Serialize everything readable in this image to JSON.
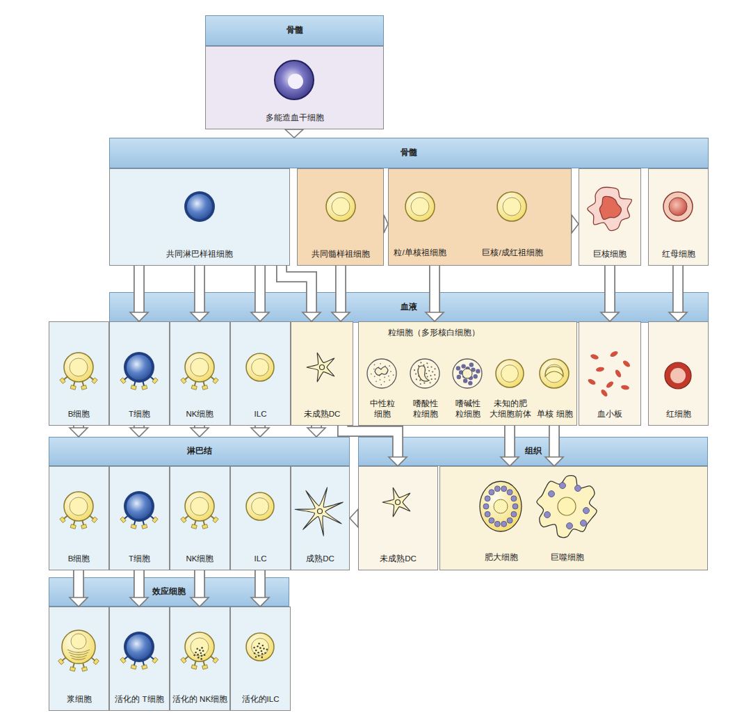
{
  "diagram": {
    "nodes": [
      {
        "text": [
          "骨髓"
        ]
      },
      {
        "text": [
          "多能造血干细胞"
        ]
      },
      {
        "text": [
          "骨髓"
        ]
      },
      {
        "text": [
          "共同淋巴样祖细胞"
        ]
      },
      {
        "text": [
          "共同髓样祖细胞"
        ]
      },
      {
        "text": [
          "粒/单核祖细胞",
          "巨核/成红祖细胞"
        ]
      },
      {
        "text": [
          "巨核细胞"
        ]
      },
      {
        "text": [
          "红母细胞"
        ]
      },
      {
        "text": [
          "血液"
        ]
      },
      {
        "text": [
          "B细胞"
        ]
      },
      {
        "text": [
          "T细胞"
        ]
      },
      {
        "text": [
          "NK细胞"
        ]
      },
      {
        "text": [
          "ILC"
        ]
      },
      {
        "text": [
          "未成熟DC"
        ]
      },
      {
        "text": [
          "粒细胞（多形核白细胞）",
          "中性粒 细胞",
          "嗜酸性 粒细胞",
          "嗜碱性 粒细胞",
          "未知的肥 大细胞前体",
          "单核 细胞"
        ]
      },
      {
        "text": [
          "血小板"
        ]
      },
      {
        "text": [
          "红细胞"
        ]
      },
      {
        "text": [
          "淋巴结"
        ]
      },
      {
        "text": [
          "B细胞"
        ]
      },
      {
        "text": [
          "T细胞"
        ]
      },
      {
        "text": [
          "NK细胞"
        ]
      },
      {
        "text": [
          "ILC"
        ]
      },
      {
        "text": [
          "成熟DC"
        ]
      },
      {
        "text": [
          "组织"
        ]
      },
      {
        "text": [
          "未成熟DC"
        ]
      },
      {
        "text": [
          "肥大细胞",
          "巨噬细胞"
        ]
      },
      {
        "text": [
          "效应细胞"
        ]
      },
      {
        "text": [
          "浆细胞"
        ]
      },
      {
        "text": [
          "活化的 T细胞"
        ]
      },
      {
        "text": [
          "活化的 NK细胞"
        ]
      },
      {
        "text": [
          "活化的ILC"
        ]
      }
    ],
    "edges": [
      {
        "from": 1,
        "to": 2,
        "arrow": "to"
      },
      {
        "from": 3,
        "to": 10,
        "arrow": "to"
      },
      {
        "from": 3,
        "to": 11,
        "arrow": "to"
      },
      {
        "from": 3,
        "to": 12,
        "arrow": "to"
      },
      {
        "from": 3,
        "to": 13,
        "arrow": "to"
      },
      {
        "from": 4,
        "to": 13,
        "arrow": "to"
      },
      {
        "from": 4,
        "to": 5,
        "arrow": "to"
      },
      {
        "from": 5,
        "to": 6,
        "arrow": "to"
      },
      {
        "from": 5,
        "to": 14,
        "arrow": "to"
      },
      {
        "from": 6,
        "to": 15,
        "arrow": "to"
      },
      {
        "from": 7,
        "to": 16,
        "arrow": "to"
      },
      {
        "from": 9,
        "to": 17,
        "arrow": "to"
      },
      {
        "from": 10,
        "to": 17,
        "arrow": "to"
      },
      {
        "from": 11,
        "to": 17,
        "arrow": "to"
      },
      {
        "from": 12,
        "to": 17,
        "arrow": "to"
      },
      {
        "from": 13,
        "to": 17,
        "arrow": "to"
      },
      {
        "from": 13,
        "to": 24,
        "arrow": "to"
      },
      {
        "from": 14,
        "to": 25,
        "arrow": "to"
      },
      {
        "from": 14,
        "to": 25,
        "arrow": "to"
      },
      {
        "from": 24,
        "to": 22,
        "arrow": "to"
      },
      {
        "from": 18,
        "to": 27,
        "arrow": "to"
      },
      {
        "from": 19,
        "to": 28,
        "arrow": "to"
      },
      {
        "from": 20,
        "to": 29,
        "arrow": "to"
      },
      {
        "from": 21,
        "to": 30,
        "arrow": "to"
      }
    ]
  }
}
